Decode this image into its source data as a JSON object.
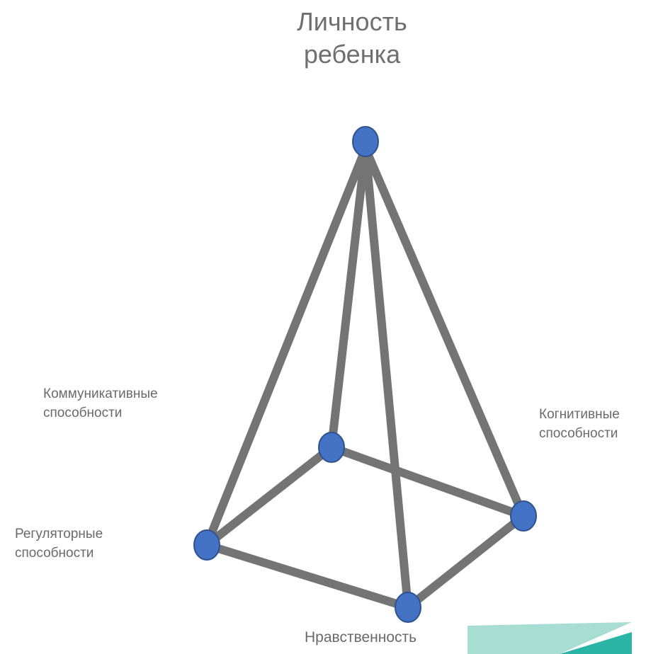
{
  "title": {
    "line1": "Личность",
    "line2": "ребенка"
  },
  "labels": {
    "communicative": {
      "line1": "Коммуникативные",
      "line2": "способности"
    },
    "cognitive": {
      "line1": "Когнитивные",
      "line2": "способности"
    },
    "regulatory": {
      "line1": "Регуляторные",
      "line2": "способности"
    },
    "moral": {
      "line1": "Нравственность"
    }
  },
  "colors": {
    "edge": "#747474",
    "node_fill": "#4472c4",
    "node_stroke": "#2f528f",
    "text": "#6a6a6a",
    "accent_light": "#a8ddd4",
    "accent_dark": "#2bb5a6"
  }
}
